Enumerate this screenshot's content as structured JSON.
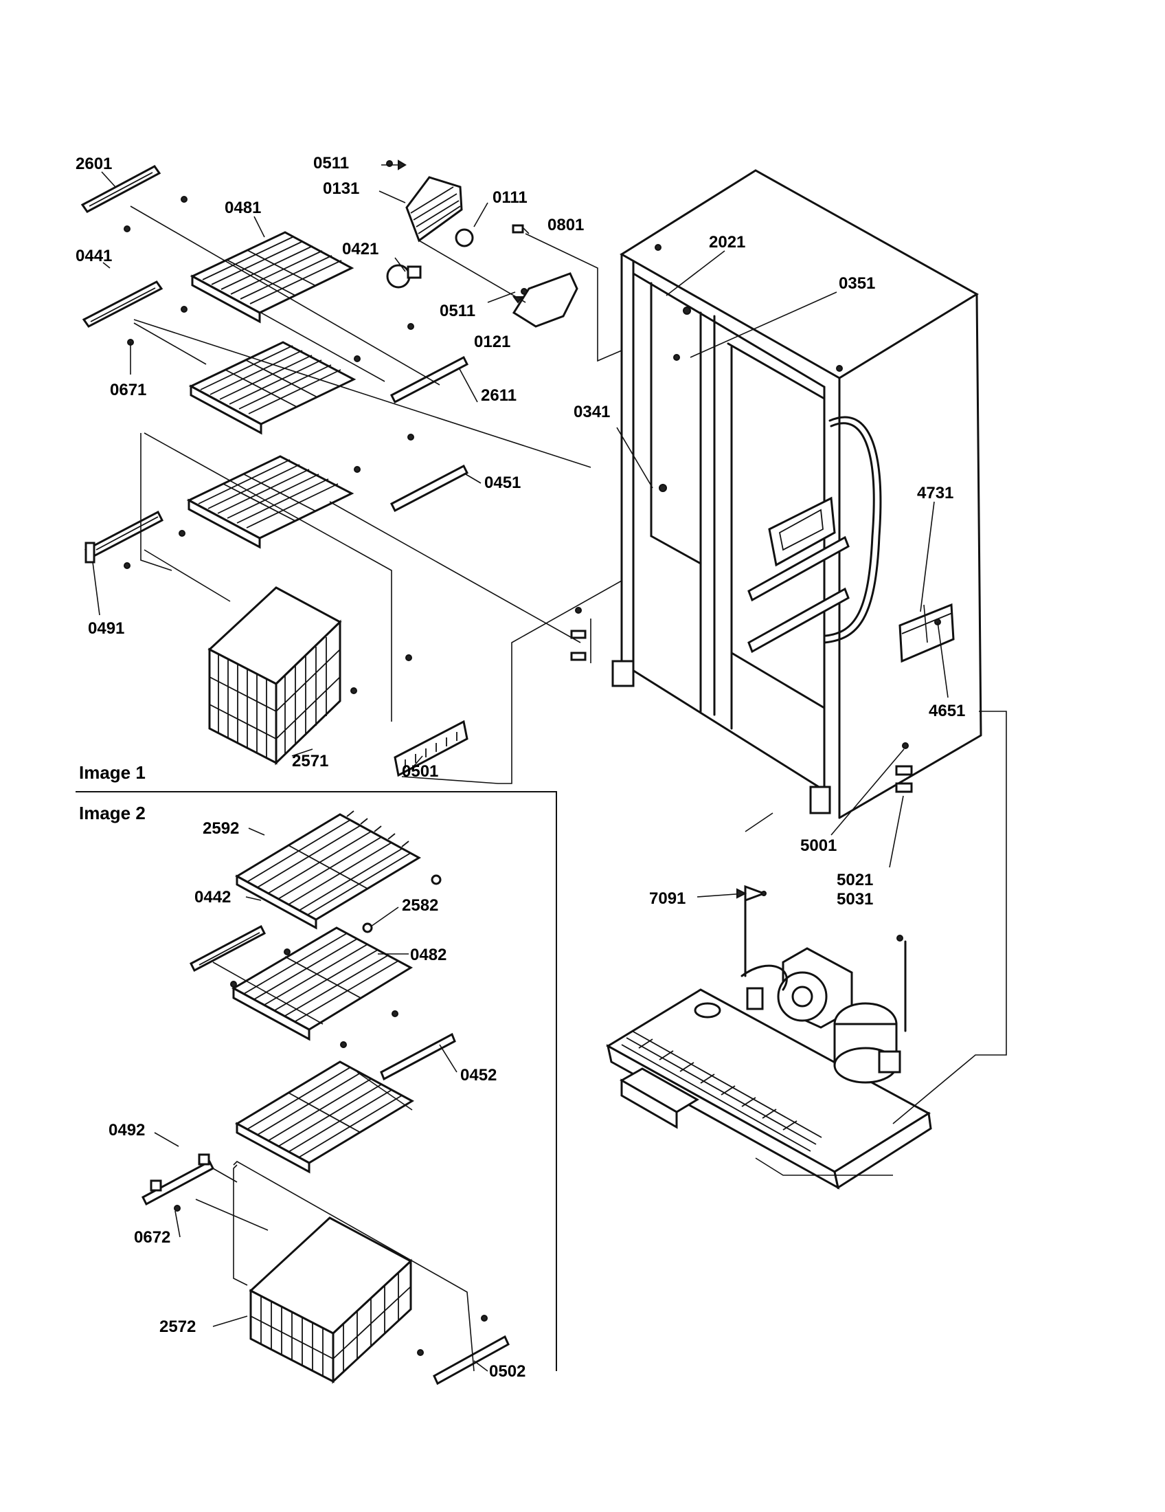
{
  "sections": {
    "image1": "Image 1",
    "image2": "Image 2"
  },
  "parts": {
    "p2601": "2601",
    "p0511a": "0511",
    "p0131": "0131",
    "p0111": "0111",
    "p0481": "0481",
    "p0801": "0801",
    "p0421": "0421",
    "p2021": "2021",
    "p0441": "0441",
    "p0351": "0351",
    "p0511b": "0511",
    "p0121": "0121",
    "p0671": "0671",
    "p2611": "2611",
    "p0341": "0341",
    "p0451": "0451",
    "p4731": "4731",
    "p0491": "0491",
    "p4651": "4651",
    "p2571": "2571",
    "p0501": "0501",
    "p5001": "5001",
    "p5021": "5021",
    "p5031": "5031",
    "p2592": "2592",
    "p0442": "0442",
    "p2582": "2582",
    "p7091": "7091",
    "p0482": "0482",
    "p0452": "0452",
    "p0492": "0492",
    "p0672": "0672",
    "p2572": "2572",
    "p0502": "0502"
  }
}
